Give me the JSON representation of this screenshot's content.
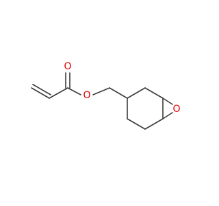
{
  "molecule": {
    "atom_labels": {
      "carbonyl_oxygen": "O",
      "ester_oxygen": "O",
      "epoxide_oxygen": "O"
    },
    "colors": {
      "bond": "#3a3a3a",
      "oxygen": "#e60000",
      "background": "#ffffff"
    }
  }
}
